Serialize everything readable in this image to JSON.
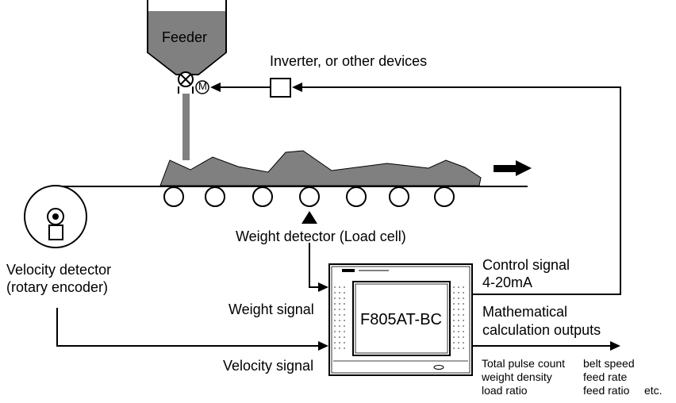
{
  "labels": {
    "feeder": "Feeder",
    "inverter": "Inverter, or other devices",
    "weight_detector": "Weight detector (Load cell)",
    "velocity_detector_line1": "Velocity detector",
    "velocity_detector_line2": "(rotary encoder)",
    "weight_signal": "Weight signal",
    "velocity_signal": "Velocity signal",
    "control_signal_line1": "Control signal",
    "control_signal_line2": "4-20mA",
    "math_outputs_line1": "Mathematical",
    "math_outputs_line2": "calculation outputs",
    "device_model": "F805AT-BC"
  },
  "outputs": {
    "col1": [
      "Total pulse count",
      "weight density",
      "load ratio"
    ],
    "col2": [
      "belt speed",
      "feed rate",
      "feed ratio"
    ],
    "etc": "etc."
  },
  "colors": {
    "material": "#808080",
    "line": "#000000",
    "panel": "#ffffff"
  }
}
